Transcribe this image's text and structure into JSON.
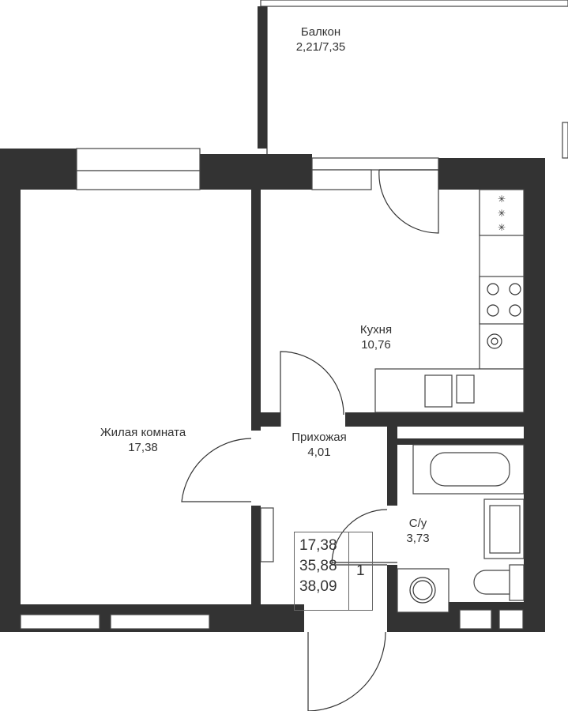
{
  "rooms": {
    "balcony": {
      "name": "Балкон",
      "area": "2,21/7,35"
    },
    "kitchen": {
      "name": "Кухня",
      "area": "10,76"
    },
    "living": {
      "name": "Жилая комната",
      "area": "17,38"
    },
    "hall": {
      "name": "Прихожая",
      "area": "4,01"
    },
    "bathroom": {
      "name": "С/у",
      "area": "3,73"
    }
  },
  "summary": {
    "living_area": "17,38",
    "total_area": "35,88",
    "total_with_balcony": "38,09",
    "rooms_count": "1"
  },
  "colors": {
    "wall": "#333333",
    "line": "#444444"
  }
}
